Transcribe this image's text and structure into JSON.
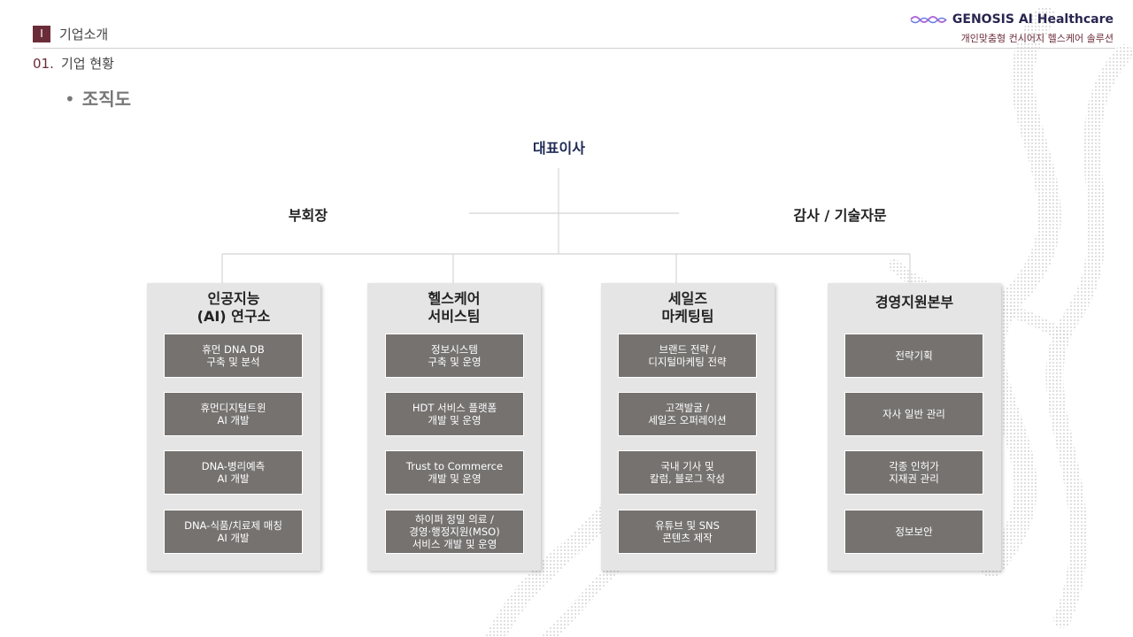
{
  "header": {
    "section_number": "I",
    "section_title": "기업소개",
    "sub_number": "01.",
    "sub_title": "기업 현황",
    "bullet_title": "조직도"
  },
  "logo": {
    "name": "GENOSIS AI Healthcare",
    "tagline": "개인맞춤형 컨시어지 헬스케어 솔루션",
    "icon": "wave-icon"
  },
  "colors": {
    "accent": "#6b2c3a",
    "task_box": "#757270",
    "dept_box": "#e6e5e5",
    "ceo_text": "#1f2a55"
  },
  "org": {
    "ceo": "대표이사",
    "vice_chairman": "부회장",
    "auditor": "감사 / 기술자문",
    "departments": [
      {
        "title": "인공지능\n(AI) 연구소",
        "tasks": [
          "휴먼 DNA DB\n구축 및 분석",
          "휴먼디지털트윈\nAI 개발",
          "DNA-병리예측\nAI 개발",
          "DNA-식품/치료제 매칭\nAI 개발"
        ]
      },
      {
        "title": "헬스케어\n서비스팀",
        "tasks": [
          "정보시스템\n구축 및 운영",
          "HDT 서비스 플랫폼\n개발 및 운영",
          "Trust to Commerce\n개발 및 운영",
          "하이퍼 정밀 의료 /\n경영·행정지원(MSO)\n서비스 개발 및 운영"
        ]
      },
      {
        "title": "세일즈\n마케팅팀",
        "tasks": [
          "브랜드 전략 /\n디지털마케팅 전략",
          "고객발굴 /\n세일즈 오퍼레이션",
          "국내 기사 및\n칼럼, 블로그 작성",
          "유튜브 및 SNS\n콘텐츠 제작"
        ]
      },
      {
        "title": "경영지원본부",
        "tasks": [
          "전략기획",
          "자사 일반 관리",
          "각종 인허가\n지재권 관리",
          "정보보안"
        ]
      }
    ]
  }
}
